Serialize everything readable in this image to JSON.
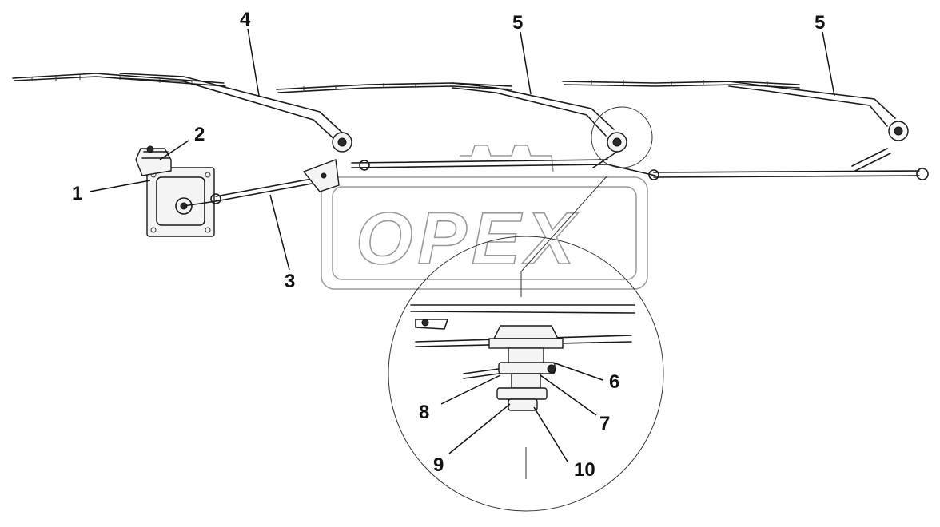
{
  "watermark": {
    "text": "OPEX"
  },
  "callouts": [
    {
      "id": "1",
      "label": "1"
    },
    {
      "id": "2",
      "label": "2"
    },
    {
      "id": "3",
      "label": "3"
    },
    {
      "id": "4",
      "label": "4"
    },
    {
      "id": "5a",
      "label": "5"
    },
    {
      "id": "5b",
      "label": "5"
    },
    {
      "id": "6",
      "label": "6"
    },
    {
      "id": "7",
      "label": "7"
    },
    {
      "id": "8",
      "label": "8"
    },
    {
      "id": "9",
      "label": "9"
    },
    {
      "id": "10",
      "label": "10"
    }
  ]
}
